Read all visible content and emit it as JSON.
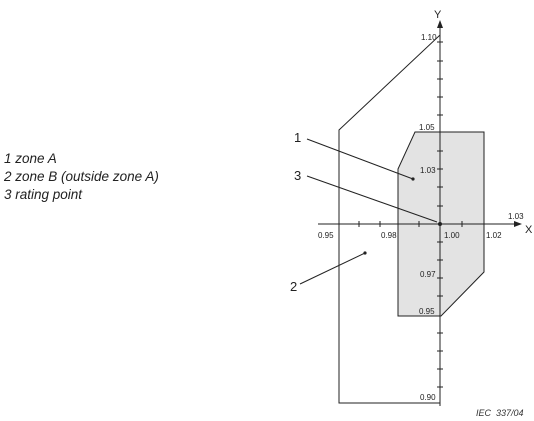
{
  "legend": [
    "1 zone A",
    "2 zone B (outside zone A)",
    "3 rating point"
  ],
  "axes": {
    "x_name": "X",
    "y_name": "Y",
    "x_ticks": [
      "0.95",
      "0.98",
      "1.00",
      "1.02",
      "1.03"
    ],
    "y_ticks": [
      "1.10",
      "1.05",
      "1.03",
      "0.97",
      "0.95",
      "0.90"
    ]
  },
  "callouts": [
    "1",
    "3",
    "2"
  ],
  "credit": "IEC  337/04",
  "colors": {
    "zone_a_fill": "#e3e3e3",
    "line": "#222222"
  }
}
